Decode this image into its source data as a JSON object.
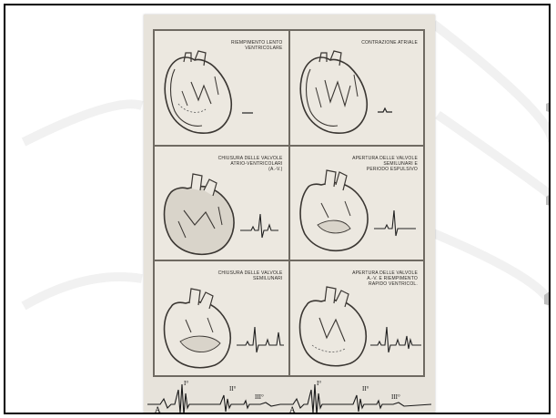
{
  "panels": [
    {
      "caption": "RIEMPIMENTO LENTO\nVENTRICOLARE"
    },
    {
      "caption": "CONTRAZIONE ATRIALE"
    },
    {
      "caption": "CHIUSURA DELLE VALVOLE\nATRIO-VENTRICOLARI\n(A.-V.)"
    },
    {
      "caption": "APERTURA DELLE VALVOLE\nSEMILUNARI E\nPERIODO ESPULSIVO"
    },
    {
      "caption": "CHIUSURA DELLE VALVOLE\nSEMILUNARI"
    },
    {
      "caption": "APERTURA DELLE VALVOLE\nA.-V. E RIEMPIMENTO\nRAPIDO VENTRICOL."
    }
  ],
  "phonocardiogram": {
    "labels": [
      "A",
      "I°",
      "II°",
      "III°",
      "A",
      "I°",
      "II°",
      "III°"
    ]
  }
}
